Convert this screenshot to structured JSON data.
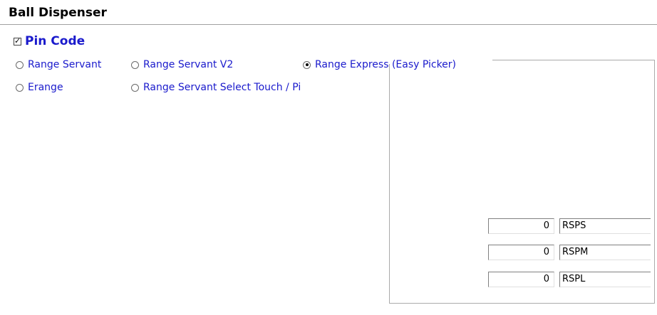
{
  "section": {
    "title": "Ball Dispenser"
  },
  "pin_code": {
    "label": "Pin Code",
    "checked": true
  },
  "dispenser_options": [
    {
      "label": "Range Servant",
      "selected": false
    },
    {
      "label": "Range Servant V2",
      "selected": false
    },
    {
      "label": "Range Express (Easy Picker)",
      "selected": true
    },
    {
      "label": "Erange",
      "selected": false
    },
    {
      "label": "Range Servant Select Touch / Pi",
      "selected": false
    }
  ],
  "fields": [
    {
      "value": "0",
      "code": "RSPS"
    },
    {
      "value": "0",
      "code": "RSPM"
    },
    {
      "value": "0",
      "code": "RSPL"
    }
  ],
  "colors": {
    "label_blue": "#1a1acc",
    "rule_gray": "#a0a0a0"
  }
}
